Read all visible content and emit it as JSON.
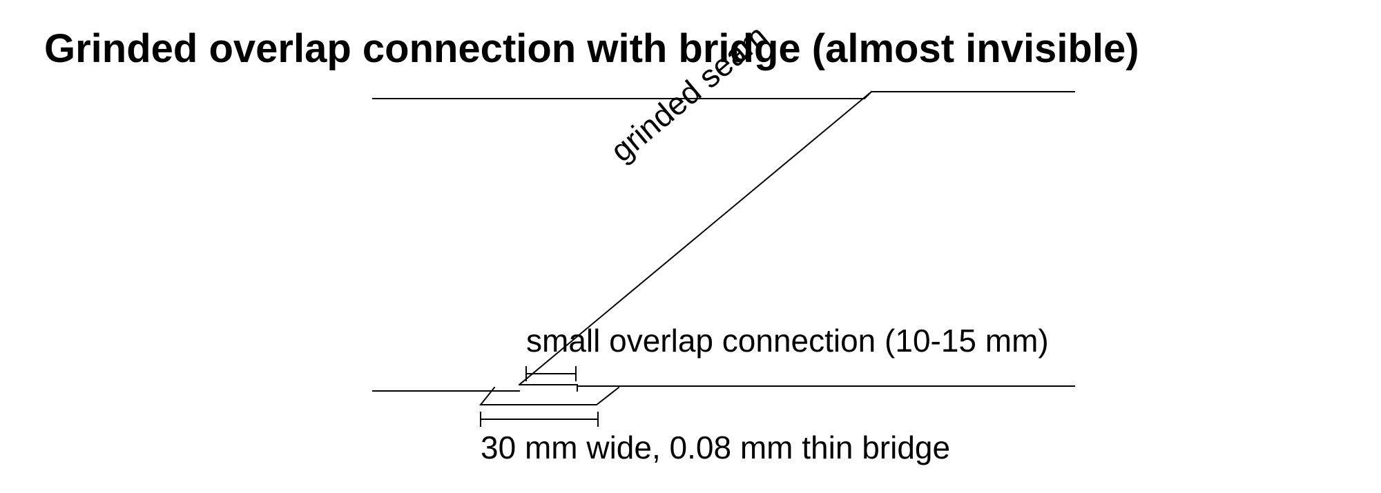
{
  "title": "Grinded overlap connection with bridge (almost invisible)",
  "labels": {
    "seam": "grinded seam",
    "overlap": "small overlap connection (10-15 mm)",
    "bridge": "30 mm wide, 0.08 mm thin bridge"
  },
  "colors": {
    "line": "#000000",
    "background": "#ffffff"
  }
}
